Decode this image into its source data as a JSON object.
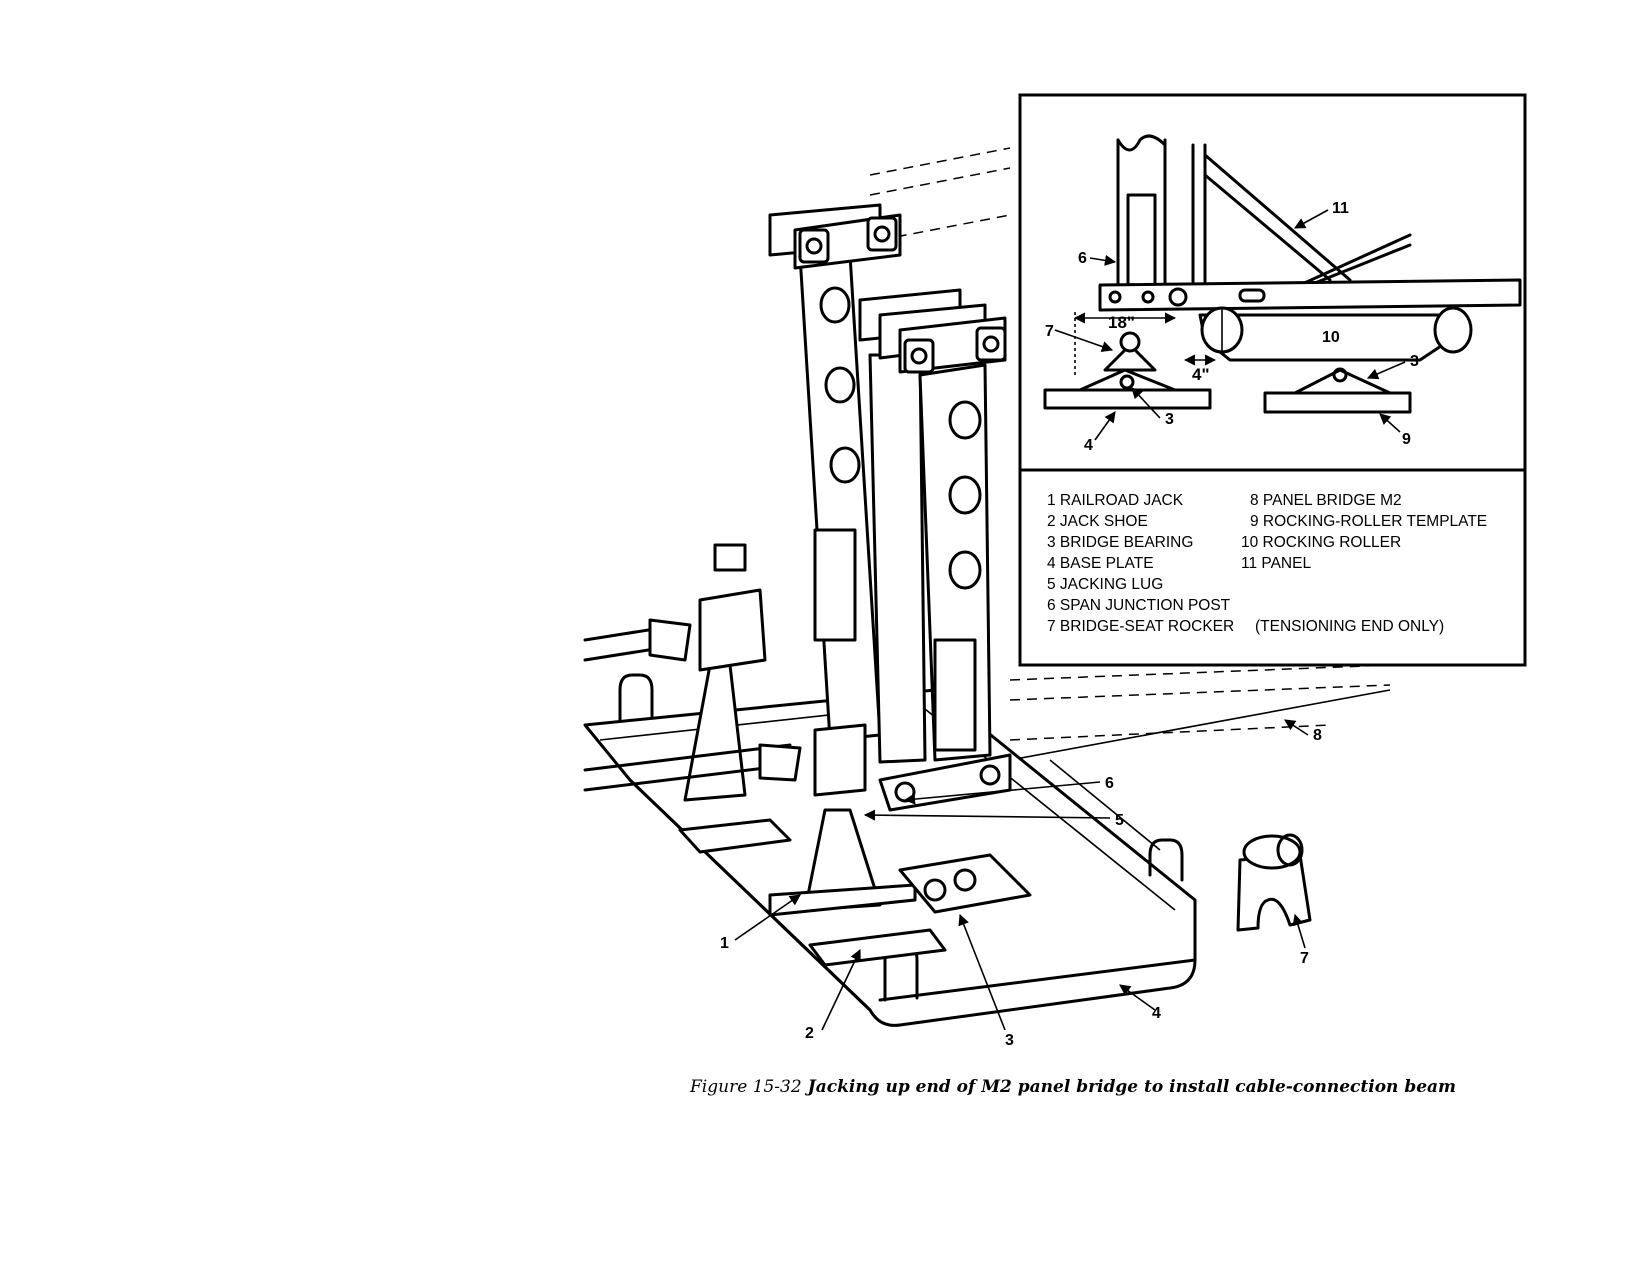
{
  "figure": {
    "caption_prefix": "Figure 15-32",
    "caption_title": "Jacking up end of M2 panel bridge to install cable-connection beam"
  },
  "callouts": {
    "n1": "1",
    "n2": "2",
    "n3": "3",
    "n4": "4",
    "n5": "5",
    "n6": "6",
    "n7": "7",
    "n8": "8"
  },
  "inset": {
    "dimension_18": "18\"",
    "dimension_4": "4\"",
    "callouts": {
      "n3a": "3",
      "n3b": "3",
      "n4": "4",
      "n6": "6",
      "n7": "7",
      "n9": "9",
      "n10": "10",
      "n11": "11"
    }
  },
  "legend": {
    "left": [
      "1 RAILROAD JACK",
      "2 JACK SHOE",
      "3 BRIDGE BEARING",
      "4 BASE PLATE",
      "5 JACKING LUG",
      "6 SPAN JUNCTION POST",
      "7 BRIDGE-SEAT ROCKER"
    ],
    "right": [
      "8 PANEL BRIDGE M2",
      "9 ROCKING-ROLLER TEMPLATE",
      "10 ROCKING ROLLER",
      "11 PANEL"
    ],
    "note": "(TENSIONING END ONLY)"
  }
}
